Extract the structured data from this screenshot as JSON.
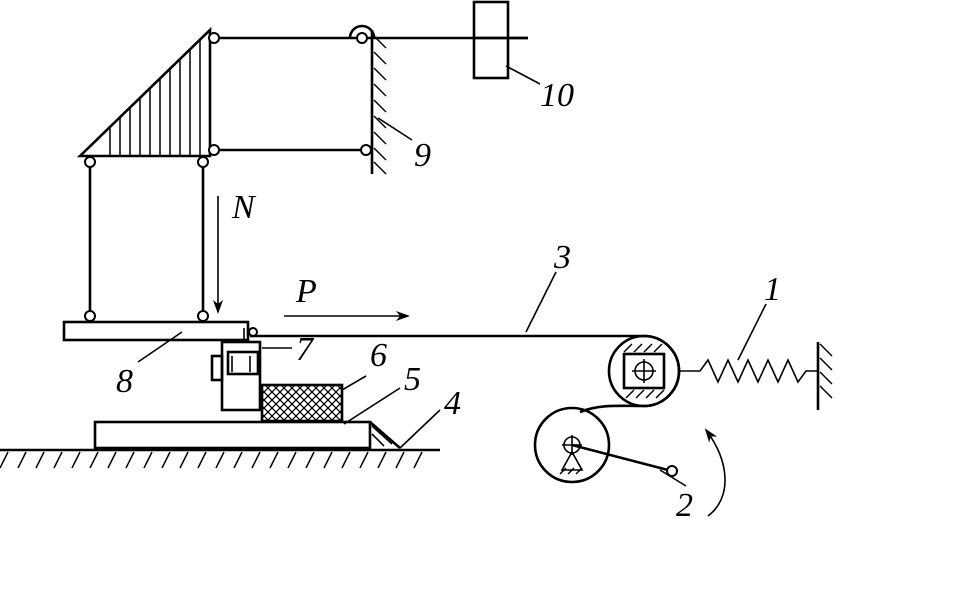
{
  "labels": {
    "n1": "1",
    "n2": "2",
    "n3": "3",
    "n4": "4",
    "n5": "5",
    "n6": "6",
    "n7": "7",
    "n8": "8",
    "n9": "9",
    "n10": "10",
    "force_normal": "N",
    "force_pull": "P"
  }
}
